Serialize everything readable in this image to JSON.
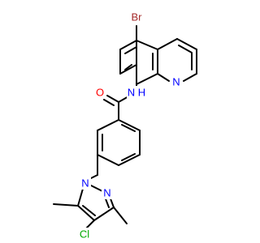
{
  "molecule": {
    "colors": {
      "bond": "#000000",
      "N": "#0000ff",
      "O": "#ff0000",
      "Br": "#a52a2a",
      "Cl": "#00aa00"
    },
    "labels": {
      "br": "Br",
      "nh": "N H",
      "n_quinoline": "N",
      "o": "O",
      "n1_pyrazole": "N",
      "n2_pyrazole": "N",
      "cl": "Cl"
    }
  }
}
